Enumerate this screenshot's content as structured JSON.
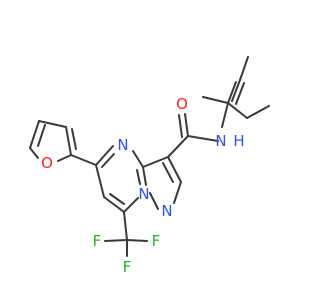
{
  "diagram": {
    "type": "chemical-structure",
    "colors": {
      "carbon_bond": "#3a3a3a",
      "nitrogen": "#3050f8",
      "oxygen": "#ff2020",
      "fluorine": "#1fb81f",
      "background": "#ffffff"
    },
    "atom_labels": {
      "o_carbonyl": "O",
      "nh": "N",
      "h_amide": "H",
      "n_pyrimidine": "N",
      "n_bridgehead": "N",
      "n_pyrazole": "N",
      "o_furan": "O",
      "f_left": "F",
      "f_right": "F",
      "f_bottom": "F"
    }
  }
}
